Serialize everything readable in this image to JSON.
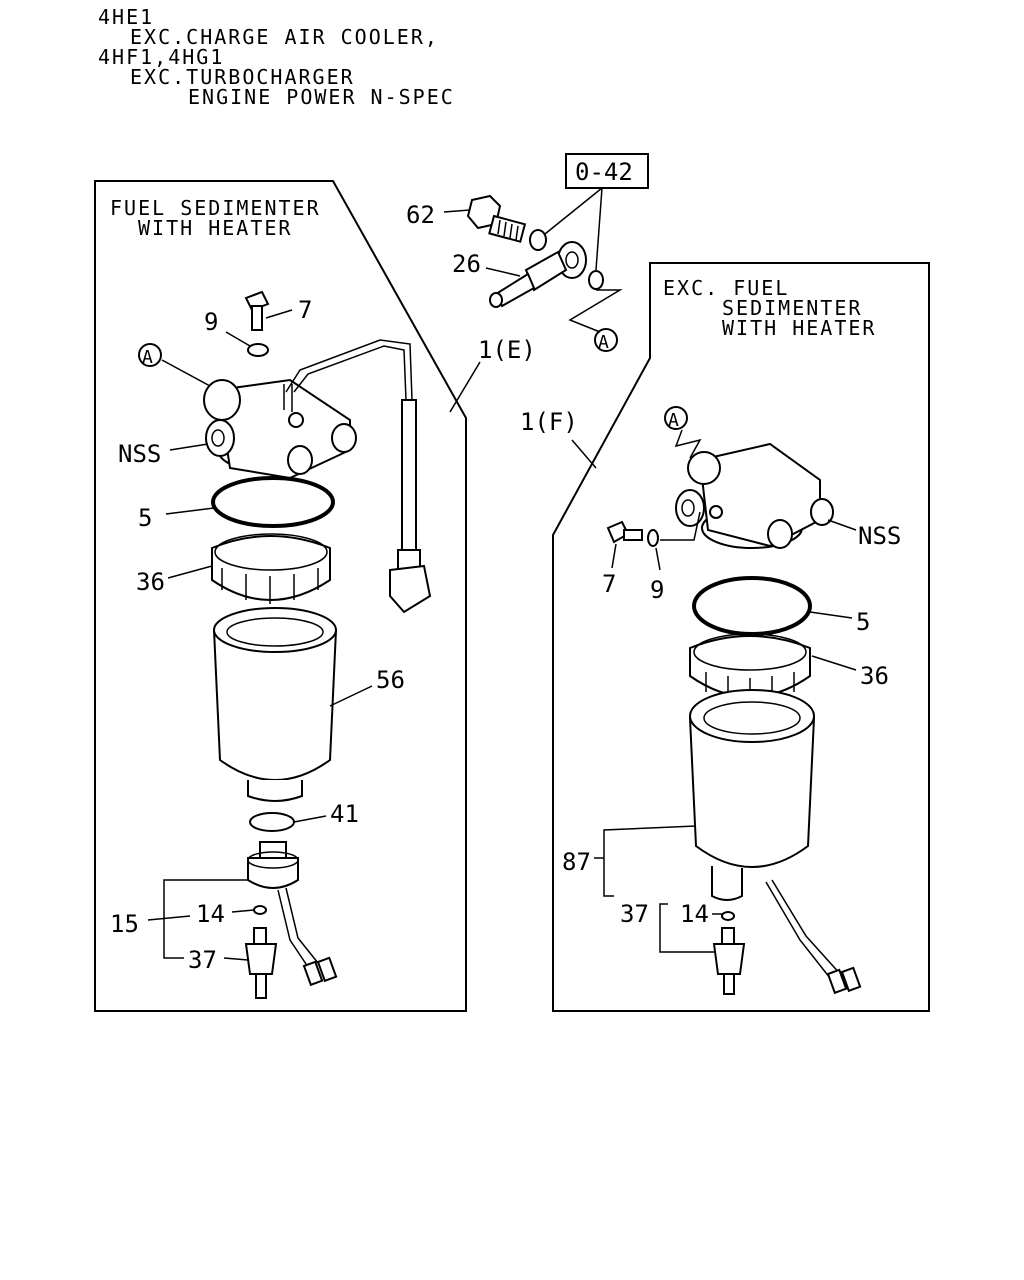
{
  "header": {
    "lines": [
      "4HE1",
      "EXC.CHARGE AIR COOLER,",
      "4HF1,4HG1",
      "EXC.TURBOCHARGER",
      "ENGINE POWER N-SPEC"
    ]
  },
  "ref_box": "0-42",
  "left_panel": {
    "title": [
      "FUEL SEDIMENTER",
      "WITH HEATER"
    ],
    "assembly": "1(E)",
    "callouts": {
      "bolt": "7",
      "washer": "9",
      "circle_a": "A",
      "nss": "NSS",
      "o_ring": "5",
      "ring_nut": "36",
      "element": "56",
      "seal": "41",
      "sensor": "15",
      "small_ring": "14",
      "drain": "37"
    }
  },
  "right_panel": {
    "title": [
      "EXC. FUEL",
      "SEDIMENTER",
      "WITH HEATER"
    ],
    "assembly": "1(F)",
    "callouts": {
      "circle_a": "A",
      "nss": "NSS",
      "bolt": "7",
      "washer": "9",
      "o_ring": "5",
      "ring_nut": "36",
      "element": "87",
      "drain": "37",
      "small_ring": "14"
    }
  },
  "top_parts": {
    "eye_bolt": "62",
    "fitting": "26",
    "circle_a": "A"
  }
}
